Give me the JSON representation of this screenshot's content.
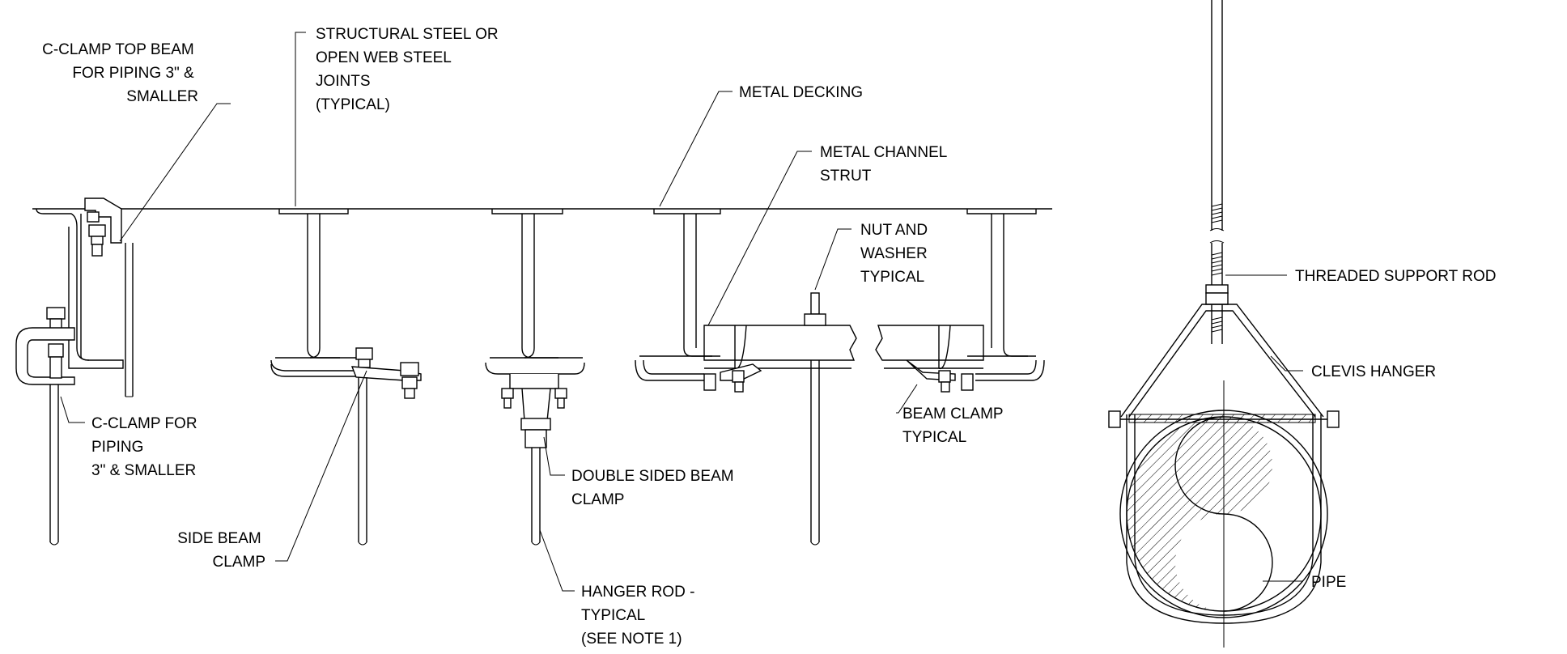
{
  "labels": {
    "c_clamp_top_beam": [
      "C-CLAMP TOP BEAM",
      "FOR PIPING 3\" &",
      "SMALLER"
    ],
    "structural_steel": [
      "STRUCTURAL STEEL OR",
      "OPEN WEB STEEL",
      "JOINTS",
      "(TYPICAL)"
    ],
    "metal_decking": [
      "METAL DECKING"
    ],
    "metal_channel_strut": [
      "METAL CHANNEL",
      "STRUT"
    ],
    "nut_and_washer": [
      "NUT AND",
      "WASHER",
      "TYPICAL"
    ],
    "threaded_support_rod": [
      "THREADED SUPPORT ROD"
    ],
    "clevis_hanger": [
      "CLEVIS HANGER"
    ],
    "c_clamp_piping": [
      "C-CLAMP FOR",
      "PIPING",
      "3\" & SMALLER"
    ],
    "beam_clamp": [
      "BEAM CLAMP",
      "TYPICAL"
    ],
    "double_sided_beam_clamp": [
      "DOUBLE SIDED BEAM",
      "CLAMP"
    ],
    "side_beam_clamp": [
      "SIDE BEAM",
      "CLAMP"
    ],
    "hanger_rod": [
      "HANGER ROD -",
      "TYPICAL",
      "(SEE NOTE 1)"
    ],
    "pipe": [
      "PIPE"
    ]
  }
}
